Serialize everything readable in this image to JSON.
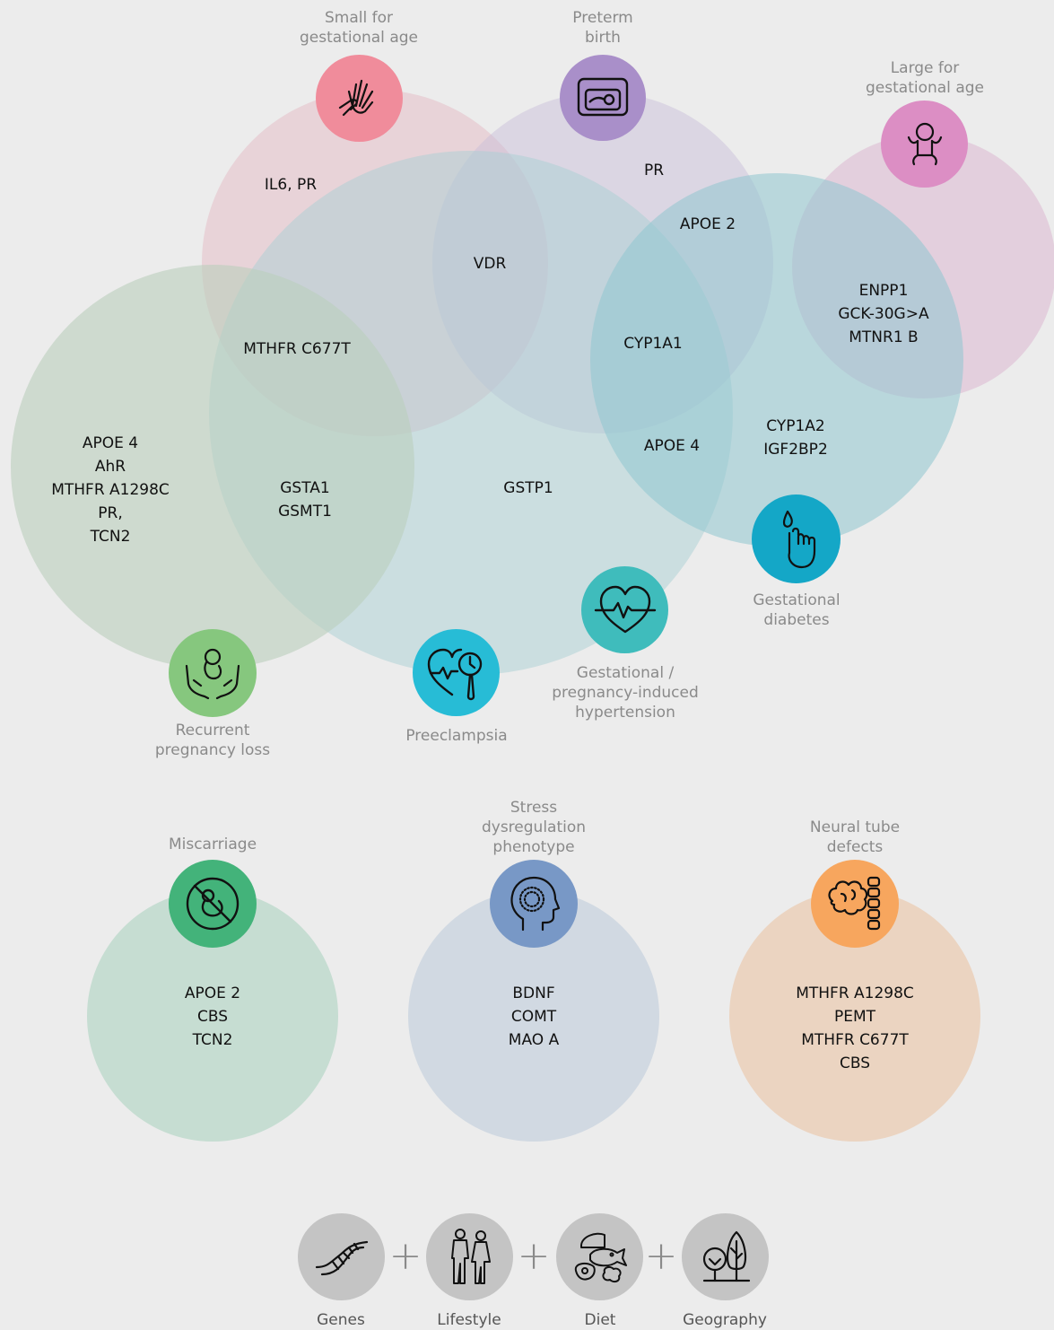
{
  "colors": {
    "background": "#ececec",
    "sga": "#f08c9b",
    "preterm": "#a98fc9",
    "lga": "#dc8ec4",
    "gdm": "#14a7c7",
    "preeclampsia": "#27bcd6",
    "hypertension": "#3fbcbc",
    "rpl": "#86c77e",
    "miscarriage": "#43b37a",
    "stress": "#7898c6",
    "ntd": "#f7a65e",
    "factor": "#c4c4c4"
  },
  "venn": {
    "conditions": [
      {
        "id": "sga",
        "caption": [
          "Small for",
          "gestational age"
        ],
        "icon": "hand-holding-baby-hand-icon"
      },
      {
        "id": "preterm",
        "caption": [
          "Preterm",
          "birth"
        ],
        "icon": "incubator-icon"
      },
      {
        "id": "lga",
        "caption": [
          "Large for",
          "gestational age"
        ],
        "icon": "baby-icon"
      },
      {
        "id": "gdm",
        "caption": [
          "Gestational",
          "diabetes"
        ],
        "icon": "finger-blood-drop-icon"
      },
      {
        "id": "hypertension",
        "caption": [
          "Gestational /",
          "pregnancy-induced",
          "hypertension"
        ],
        "icon": "heart-pulse-icon"
      },
      {
        "id": "preeclampsia",
        "caption": [
          "Preeclampsia"
        ],
        "icon": "heart-magnifier-icon"
      },
      {
        "id": "rpl",
        "caption": [
          "Recurrent",
          "pregnancy loss"
        ],
        "icon": "hands-holding-fetus-icon"
      }
    ],
    "gene_labels": [
      {
        "id": "il6-pr",
        "lines": [
          "IL6, PR"
        ]
      },
      {
        "id": "pr-preterm",
        "lines": [
          "PR"
        ]
      },
      {
        "id": "vdr",
        "lines": [
          "VDR"
        ]
      },
      {
        "id": "apoe2",
        "lines": [
          "APOE 2"
        ]
      },
      {
        "id": "enpp1",
        "lines": [
          "ENPP1",
          "GCK-30G>A",
          "MTNR1 B"
        ]
      },
      {
        "id": "mthfr-c677t",
        "lines": [
          "MTHFR C677T"
        ]
      },
      {
        "id": "cyp1a1",
        "lines": [
          "CYP1A1"
        ]
      },
      {
        "id": "apoe4-right",
        "lines": [
          "APOE 4"
        ]
      },
      {
        "id": "cyp1a2",
        "lines": [
          "CYP1A2",
          "IGF2BP2"
        ]
      },
      {
        "id": "rpl-genes",
        "lines": [
          "APOE 4",
          "AhR",
          "MTHFR A1298C",
          "PR,",
          "TCN2"
        ]
      },
      {
        "id": "gsta1",
        "lines": [
          "GSTA1",
          "GSMT1"
        ]
      },
      {
        "id": "gstp1",
        "lines": [
          "GSTP1"
        ]
      }
    ]
  },
  "standalone": [
    {
      "id": "miscarriage",
      "caption": [
        "Miscarriage"
      ],
      "icon": "no-fetus-icon",
      "genes": [
        "APOE 2",
        "CBS",
        "TCN2"
      ]
    },
    {
      "id": "stress",
      "caption": [
        "Stress",
        "dysregulation",
        "phenotype"
      ],
      "icon": "head-brain-icon",
      "genes": [
        "BDNF",
        "COMT",
        "MAO A"
      ]
    },
    {
      "id": "ntd",
      "caption": [
        "Neural tube",
        "defects"
      ],
      "icon": "brain-spine-icon",
      "genes": [
        "MTHFR A1298C",
        "PEMT",
        "MTHFR C677T",
        "CBS"
      ]
    }
  ],
  "factors": [
    {
      "id": "genes",
      "label": "Genes",
      "icon": "dna-icon"
    },
    {
      "id": "lifestyle",
      "label": "Lifestyle",
      "icon": "people-icon"
    },
    {
      "id": "diet",
      "label": "Diet",
      "icon": "food-icon"
    },
    {
      "id": "geography",
      "label": "Geography",
      "icon": "trees-icon"
    }
  ],
  "plus_sign": "+"
}
